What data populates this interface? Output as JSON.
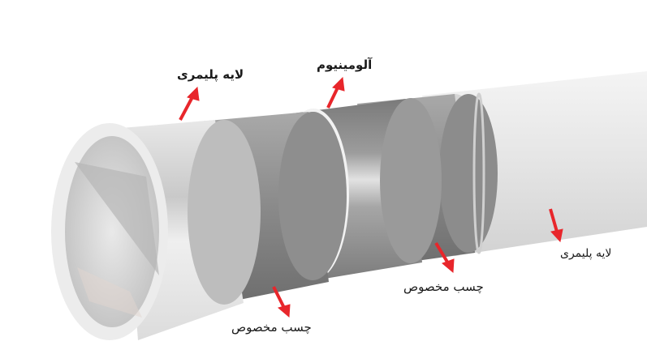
{
  "diagram": {
    "subject": "multilayer pipe cross-section",
    "colors": {
      "arrow": "#e8262b",
      "polymer_layer": "#e4e4e4",
      "adhesive_layer": "#8f8f8f",
      "aluminum_layer": "#b5b5b5",
      "background": "#ffffff"
    },
    "labels": [
      {
        "id": "inner-polymer",
        "text": "لایه پلیمری"
      },
      {
        "id": "aluminum",
        "text": "آلومینیوم"
      },
      {
        "id": "adhesive-outer",
        "text": "چسب مخصوص"
      },
      {
        "id": "adhesive-inner",
        "text": "چسب مخصوص"
      },
      {
        "id": "outer-polymer",
        "text": "لایه پلیمری"
      }
    ]
  }
}
